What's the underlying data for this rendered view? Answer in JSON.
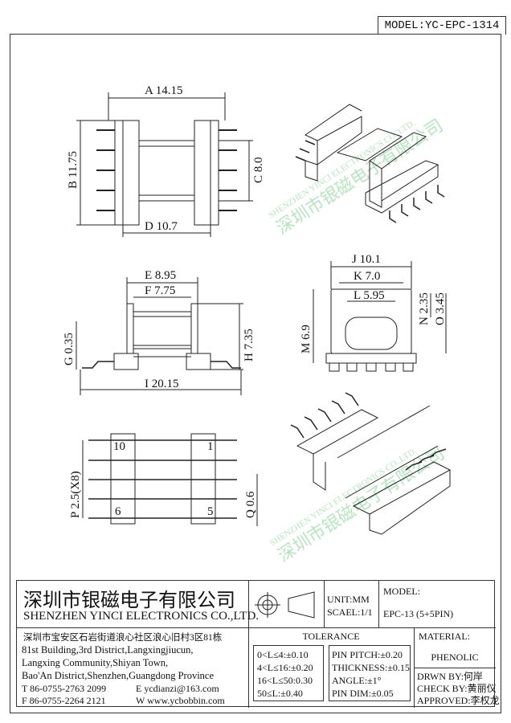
{
  "model_label": "MODEL:YC-EPC-1314",
  "watermark": {
    "cn": "深圳市银磁电子有限公司",
    "en": "SHENZHEN YINCI ELECTRONICS CO.,LTD."
  },
  "dims": {
    "A": "A 14.15",
    "B": "B 11.75",
    "C": "C 8.0",
    "D": "D 10.7",
    "E": "E 8.95",
    "F": "F 7.75",
    "G": "G 0.35",
    "H": "H 7.35",
    "I": "I 20.15",
    "J": "J 10.1",
    "K": "K 7.0",
    "L": "L 5.95",
    "M": "M 6.9",
    "N": "N 2.35",
    "O": "O 3.45",
    "P": "P 2.5(X8)",
    "Q": "Q 0.6"
  },
  "pins": {
    "p10": "10",
    "p1": "1",
    "p6": "6",
    "p5": "5"
  },
  "title_block": {
    "company_cn": "深圳市银磁电子有限公司",
    "company_en": "SHENZHEN YINCI ELECTRONICS CO.,LTD.",
    "address_cn": "深圳市宝安区石岩街道浪心社区浪心旧村3区81栋",
    "address_en": [
      "81st Building,3rd District,Langxingjiucun,",
      "Langxing Community,Shiyan Town,",
      "Bao'An District,Shenzhen,Guangdong Province"
    ],
    "tel": "T 86-0755-2763 2099",
    "email": "E ycdianzi@163.com",
    "fax": "F 86-0755-2264 2121",
    "web": "W www.ycbobbin.com",
    "unit": "UNIT:MM",
    "scale": "SCAEL:1/1",
    "model_title": "MODEL:",
    "model_value": "EPC-13 (5+5PIN)",
    "tolerance_title": "TOLERANCE",
    "tolerance_left": [
      "0<L≤4:±0.10",
      "4<L≤16:±0.20",
      "16<L≤50:0.30",
      "50≤L:±0.40"
    ],
    "tolerance_right": [
      "PIN PITCH:±0.20",
      "THICKNESS:±0.15",
      "ANGLE:±1°",
      "PIN DIM:±0.05"
    ],
    "material_title": "MATERIAL:",
    "material_value": "PHENOLIC",
    "drawn_by": "DRWN BY:何岸",
    "check_by": "CHECK BY:黄丽仪",
    "approved": "APPROVED:李权龙"
  }
}
